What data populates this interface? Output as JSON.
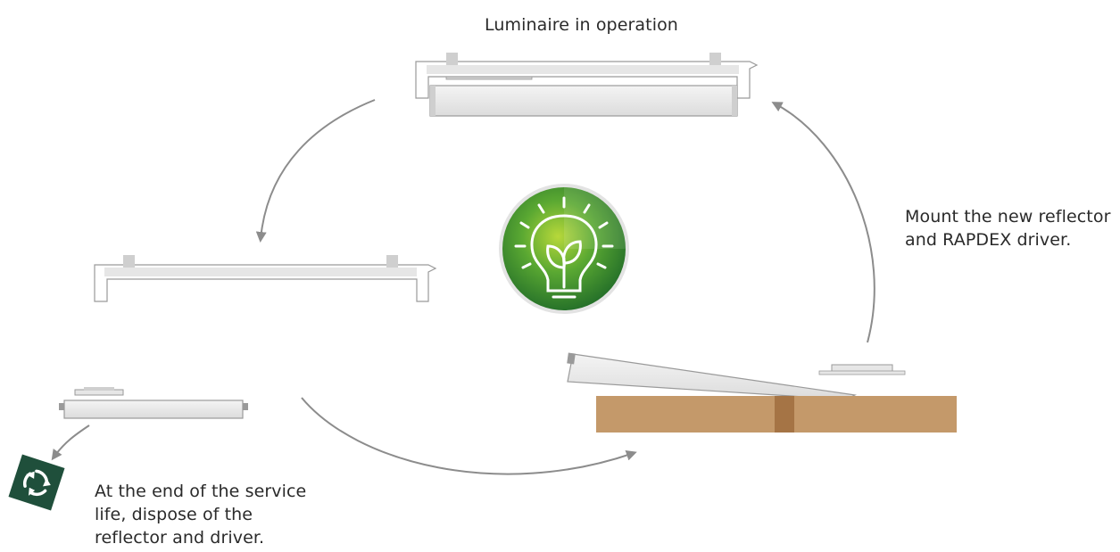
{
  "labels": {
    "operation": "Luminaire in operation",
    "mount_line1": "Mount the new reflector",
    "mount_line2": "and RAPDEX driver.",
    "dispose_line1": "At the end of the service",
    "dispose_line2": "life, dispose of the",
    "dispose_line3": "reflector and driver."
  },
  "icons": {
    "center": "eco-lightbulb-icon",
    "recycle": "recycle-icon"
  },
  "colors": {
    "arrow": "#8c8c8c",
    "eco_green": "#3f9a2e",
    "recycle_bg": "#1f4f3b",
    "box": "#c4996a",
    "box_tape": "#a57445"
  }
}
